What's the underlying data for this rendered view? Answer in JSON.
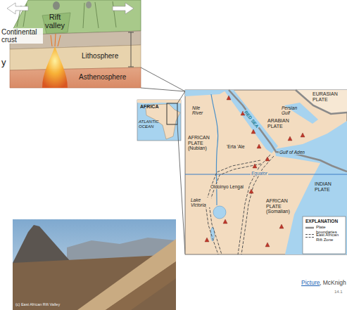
{
  "diagram": {
    "labels": [
      "Rift valley",
      "Continental crust",
      "Lithosphere",
      "Asthenosphere",
      "y",
      "AFRICA",
      "ATLANTIC OCEAN",
      "EURASIAN PLATE",
      "Persian Gulf",
      "ARABIAN PLATE",
      "Nile River",
      "AFRICAN PLATE (Nubian)",
      "RED SEA",
      "'Erta 'Ale",
      "Gulf of Aden",
      "INDIAN PLATE",
      "Equator",
      "Oldoinyo Lengai",
      "AFRICAN PLATE (Somalian)",
      "Lake Victoria",
      "EXPLANATION",
      "(c) East African Rift Valley",
      "Picture",
      ", McKnigh",
      "14.1"
    ],
    "legend": [
      {
        "text": "Plate boundaries"
      },
      {
        "text": "East African Rift Zone"
      }
    ]
  }
}
